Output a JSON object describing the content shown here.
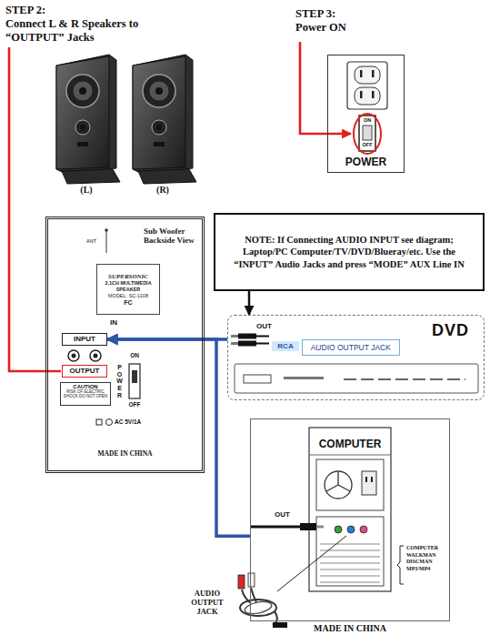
{
  "diagram": {
    "nodes": [
      {
        "text": [
          "POWER"
        ]
      },
      {
        "text": [
          "Sub Woofer Backside View"
        ]
      },
      {
        "text": [
          "SUPERSONIC",
          "2.1CH MULTIMEDIA SPEAKER",
          "MODEL: SC-1108",
          "FC"
        ],
        "in": 1
      },
      {
        "text": [
          "INPUT"
        ],
        "in": 1
      },
      {
        "text": [
          "OUTPUT"
        ],
        "in": 1
      },
      {
        "text": [
          "CAUTION",
          "RISK OF ELECTRIC SHOCK DO NOT OPEN"
        ],
        "in": 1
      },
      {
        "text": [
          "NOTE: If Connecting AUDIO INPUT see diagram; Laptop/PC Computer/TV/DVD/Blueray/etc. Use the “INPUT” Audio Jacks and press “MODE” AUX Line IN"
        ]
      },
      {
        "text": [
          "DVD"
        ]
      },
      {
        "text": [
          "AUDIO OUTPUT JACK"
        ],
        "in": 7
      },
      {
        "text": [
          "COMPUTER",
          "MADE IN CHINA"
        ]
      }
    ],
    "edges": [
      {
        "from": 7,
        "to": 3,
        "arrow": "to"
      },
      {
        "from": 9,
        "to": 3,
        "arrow": "to"
      },
      {
        "from": 6,
        "to": 7,
        "arrow": "to"
      }
    ],
    "labels": [
      "STEP 2:",
      "Connect L & R Speakers to “OUTPUT” Jacks",
      "STEP 3:",
      "Power ON",
      "(L)",
      "(R)",
      "ON",
      "OFF",
      "ANT",
      "IN",
      "ON",
      "POWER",
      "OFF",
      "AC 5V/1A",
      "MADE IN CHINA",
      "OUT",
      "RCA",
      "OUT",
      "COMPUTER WALKMAN DISCMAN MP3/MP4",
      "AUDIO OUTPUT JACK"
    ]
  }
}
